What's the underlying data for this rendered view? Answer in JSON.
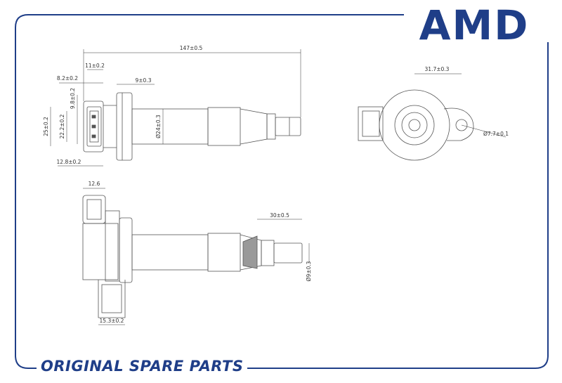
{
  "brand": {
    "logo": "AMD",
    "color": "#1f3e88"
  },
  "footer": {
    "slogan": "ORIGINAL SPARE PARTS"
  },
  "dimensions": {
    "overall_length": "147±0.5",
    "d_11": "11±0.2",
    "d_8_2": "8.2±0.2",
    "d_9_8": "9.8±0.2",
    "d_9": "9±0.3",
    "d_25": "25±0.2",
    "d_22_2": "22.2±0.2",
    "d_24": "Ø24±0.3",
    "d_12_8": "12.8±0.2",
    "d_31_7": "31.7±0.3",
    "d_7_7": "Ø7.7±0.1",
    "d_12_6": "12.6",
    "d_30": "30±0.5",
    "d_9_dia": "Ø9±0.3",
    "d_15_3": "15.3±0.2"
  }
}
